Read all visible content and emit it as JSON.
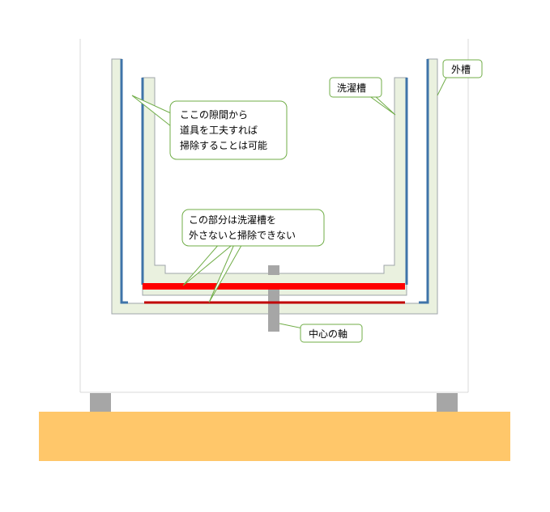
{
  "labels": {
    "outer_tub": "外槽",
    "wash_tub": "洗濯槽",
    "shaft": "中心の軸",
    "gap_note": [
      "ここの隙間から",
      "道具を工夫すれば",
      "掃除することは可能"
    ],
    "bottom_note": [
      "この部分は洗濯槽を",
      "外さないと掃除できない"
    ]
  },
  "colors": {
    "tub_fill": "#eaf1df",
    "tub_wall_blue": "#3f74a9",
    "callout_border": "#70ad47",
    "bottom_highlight": "#ff0000",
    "bottom_line": "#c00000",
    "floor": "#ffc76a",
    "legs": "#a6a6a6",
    "shaft": "#a6a6a6",
    "cabinet_line": "#d9d9d9"
  }
}
